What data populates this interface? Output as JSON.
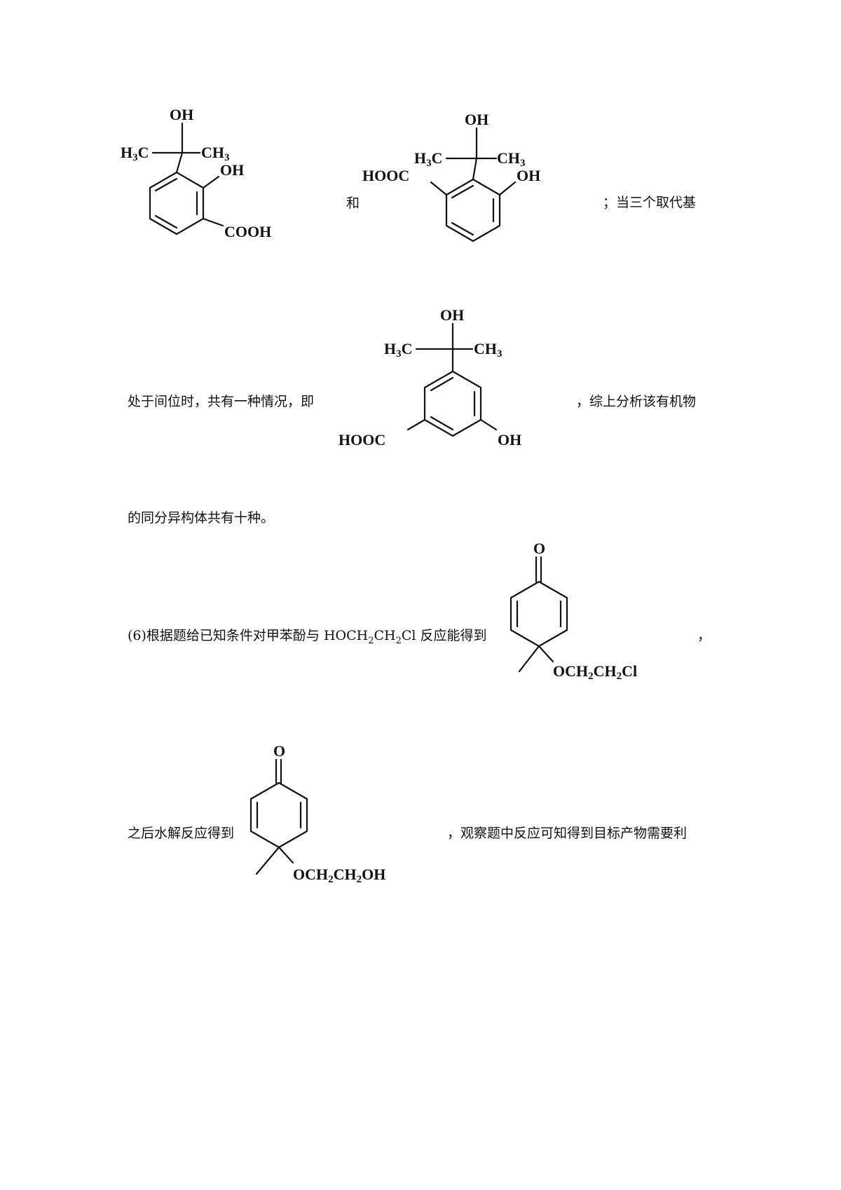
{
  "text": {
    "and": "和",
    "semicolon_rest": "；当三个取代基",
    "meta_intro": "处于间位时，共有一种情况，即",
    "summary_tail": "，综上分析该有机物",
    "isomer_count": "的同分异构体共有十种。",
    "step6_prefix": "(6)根据题给已知条件对甲苯酚与 HOCH",
    "step6_sub1": "2",
    "step6_mid": "CH",
    "step6_sub2": "2",
    "step6_suffix": "Cl 反应能得到",
    "comma": "，",
    "hydrolysis": "之后水解反应得到",
    "observe": "，观察题中反应可知得到目标产物需要利"
  },
  "labels": {
    "oh": "OH",
    "h3c_main": "H",
    "h3c_sub": "3",
    "h3c_c": "C",
    "ch3_ch": "CH",
    "ch3_sub": "3",
    "cooh": "COOH",
    "hooc": "HOOC",
    "ketone_o": "O",
    "och2": "OCH",
    "two": "2",
    "ch2": "CH",
    "cl": "Cl",
    "oh_tail": "OH"
  }
}
